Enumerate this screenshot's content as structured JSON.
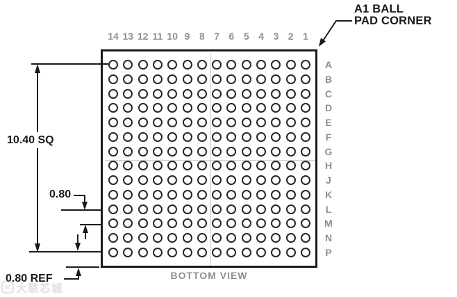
{
  "figure": {
    "callout": {
      "line1": "A1 BALL",
      "line2": "PAD CORNER"
    },
    "bottom_label": "BOTTOM VIEW",
    "dimensions": {
      "matrix": "10.40 SQ",
      "pitch": "0.80",
      "edge_ref": "0.80 REF"
    },
    "grid": {
      "columns": [
        "14",
        "13",
        "12",
        "11",
        "10",
        "9",
        "8",
        "7",
        "6",
        "5",
        "4",
        "3",
        "2",
        "1"
      ],
      "rows": [
        "A",
        "B",
        "C",
        "D",
        "E",
        "F",
        "G",
        "H",
        "J",
        "K",
        "L",
        "M",
        "N",
        "P"
      ]
    },
    "colors": {
      "ink": "#1a1a1a",
      "label_gray": "#8f8f8f",
      "centerline_gray": "#cccccc",
      "watermark_gray": "#bcbcbc"
    },
    "watermark": {
      "icon_label": "IC",
      "text": "大联芯城"
    }
  }
}
